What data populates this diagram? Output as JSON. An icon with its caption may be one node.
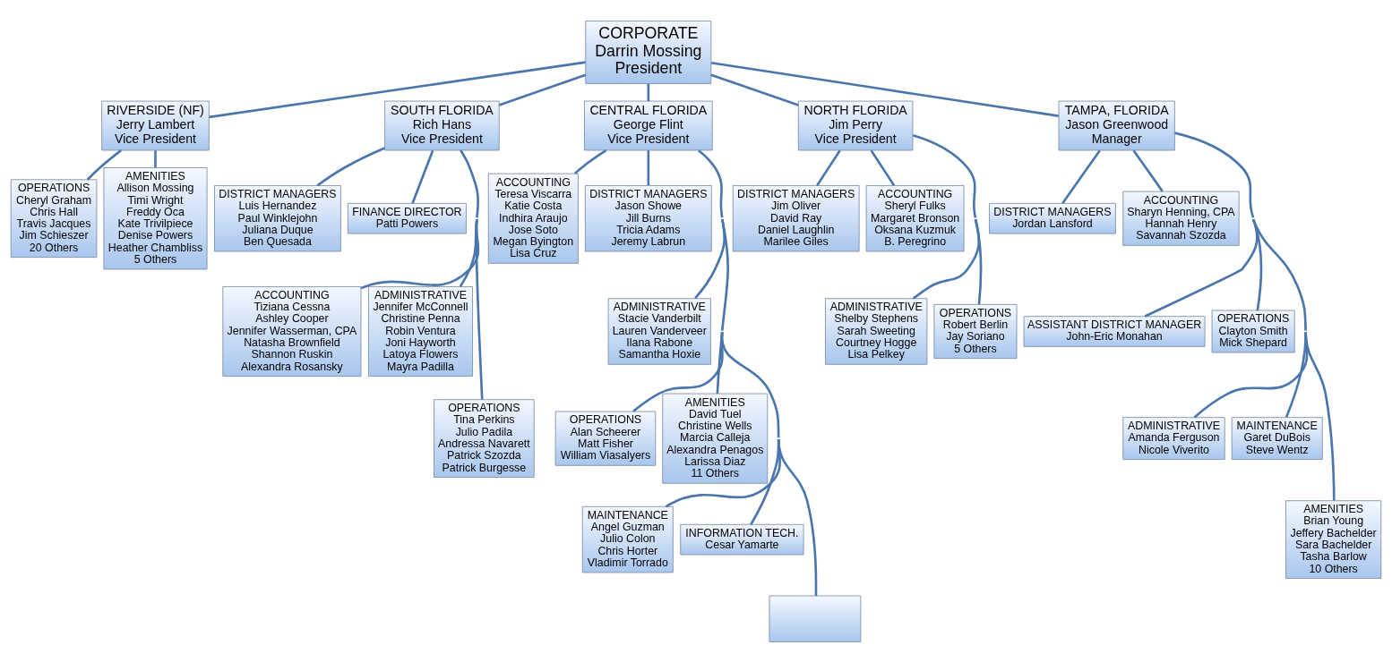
{
  "diagram": {
    "nodes": [
      {
        "text": [
          "CORPORATE",
          "Darrin Mossing",
          "President"
        ]
      },
      {
        "text": [
          "RIVERSIDE (NF)",
          "Jerry Lambert",
          "Vice President"
        ]
      },
      {
        "text": [
          "SOUTH FLORIDA",
          "Rich Hans",
          "Vice President"
        ]
      },
      {
        "text": [
          "CENTRAL FLORIDA",
          "George Flint",
          "Vice President"
        ]
      },
      {
        "text": [
          "NORTH FLORIDA",
          "Jim Perry",
          "Vice President"
        ]
      },
      {
        "text": [
          "TAMPA, FLORIDA",
          "Jason Greenwood",
          "Manager"
        ]
      },
      {
        "text": [
          "OPERATIONS",
          "Cheryl Graham",
          "Chris Hall",
          "Travis Jacques",
          "Jim Schieszer",
          "20 Others"
        ]
      },
      {
        "text": [
          "AMENITIES",
          "Allison Mossing",
          "Timi Wright",
          "Freddy Oca",
          "Kate Trivilpiece",
          "Denise Powers",
          "Heather Chambliss",
          "5 Others"
        ]
      },
      {
        "text": [
          "DISTRICT MANAGERS",
          "Luis Hernandez",
          "Paul Winklejohn",
          "Juliana Duque",
          "Ben Quesada"
        ]
      },
      {
        "text": [
          "FINANCE DIRECTOR",
          "Patti Powers"
        ]
      },
      {
        "text": [
          "ACCOUNTING",
          "Tiziana Cessna",
          "Ashley Cooper",
          "Jennifer Wasserman, CPA",
          "Natasha Brownfield",
          "Shannon Ruskin",
          "Alexandra Rosansky"
        ]
      },
      {
        "text": [
          "ADMINISTRATIVE",
          "Jennifer McConnell",
          "Christine Penna",
          "Robin Ventura",
          "Joni Hayworth",
          "Latoya Flowers",
          "Mayra Padilla"
        ]
      },
      {
        "text": [
          "OPERATIONS",
          "Tina Perkins",
          "Julio Padila",
          "Andressa Navarett",
          "Patrick Szozda",
          "Patrick Burgesse"
        ]
      },
      {
        "text": [
          "ACCOUNTING",
          "Teresa Viscarra",
          "Katie Costa",
          "Indhira Araujo",
          "Jose Soto",
          "Megan Byington",
          "Lisa Cruz"
        ]
      },
      {
        "text": [
          "DISTRICT MANAGERS",
          "Jason Showe",
          "Jill Burns",
          "Tricia Adams",
          "Jeremy Labrun"
        ]
      },
      {
        "text": [
          "ADMINISTRATIVE",
          "Stacie Vanderbilt",
          "Lauren Vanderveer",
          "Ilana Rabone",
          "Samantha Hoxie"
        ]
      },
      {
        "text": [
          "OPERATIONS",
          "Alan Scheerer",
          "Matt Fisher",
          "William Viasalyers"
        ]
      },
      {
        "text": [
          "AMENITIES",
          "David Tuel",
          "Christine Wells",
          "Marcia Calleja",
          "Alexandra Penagos",
          "Larissa Diaz",
          "11 Others"
        ]
      },
      {
        "text": [
          "MAINTENANCE",
          "Angel Guzman",
          "Julio Colon",
          "Chris Horter",
          "Vladimir Torrado"
        ]
      },
      {
        "text": [
          "INFORMATION TECH.",
          "Cesar Yamarte"
        ]
      },
      {
        "text": [],
        "shape": "box"
      },
      {
        "text": [
          "DISTRICT MANAGERS",
          "Jim Oliver",
          "David Ray",
          "Daniel Laughlin",
          "Marilee Giles"
        ]
      },
      {
        "text": [
          "ACCOUNTING",
          "Sheryl Fulks",
          "Margaret Bronson",
          "Oksana Kuzmuk",
          "B. Peregrino"
        ]
      },
      {
        "text": [
          "ADMINISTRATIVE",
          "Shelby Stephens",
          "Sarah Sweeting",
          "Courtney Hogge",
          "Lisa Pelkey"
        ]
      },
      {
        "text": [
          "OPERATIONS",
          "Robert Berlin",
          "Jay Soriano",
          "5 Others"
        ]
      },
      {
        "text": [
          "DISTRICT MANAGERS",
          "Jordan Lansford"
        ]
      },
      {
        "text": [
          "ACCOUNTING",
          "Sharyn Henning, CPA",
          "Hannah Henry",
          "Savannah Szozda"
        ]
      },
      {
        "text": [
          "ASSISTANT DISTRICT MANAGER",
          "John-Eric Monahan"
        ]
      },
      {
        "text": [
          "OPERATIONS",
          "Clayton Smith",
          "Mick Shepard"
        ]
      },
      {
        "text": [
          "ADMINISTRATIVE",
          "Amanda Ferguson",
          "Nicole Viverito"
        ]
      },
      {
        "text": [
          "MAINTENANCE",
          "Garet DuBois",
          "Steve Wentz"
        ]
      },
      {
        "text": [
          "AMENITIES",
          "Brian Young",
          "Jeffery Bachelder",
          "Sara Bachelder",
          "Tasha Barlow",
          "10 Others"
        ]
      }
    ],
    "edges": [
      {
        "from": 0,
        "to": 1,
        "arrow": "none"
      },
      {
        "from": 0,
        "to": 2,
        "arrow": "none"
      },
      {
        "from": 0,
        "to": 3,
        "arrow": "none"
      },
      {
        "from": 0,
        "to": 4,
        "arrow": "none"
      },
      {
        "from": 0,
        "to": 5,
        "arrow": "none"
      },
      {
        "from": 1,
        "to": 6,
        "arrow": "none"
      },
      {
        "from": 1,
        "to": 7,
        "arrow": "none"
      },
      {
        "from": 2,
        "to": 8,
        "arrow": "none"
      },
      {
        "from": 2,
        "to": 9,
        "arrow": "none"
      },
      {
        "from": 2,
        "to": 10,
        "arrow": "none"
      },
      {
        "from": 2,
        "to": 11,
        "arrow": "none"
      },
      {
        "from": 2,
        "to": 12,
        "arrow": "none"
      },
      {
        "from": 3,
        "to": 13,
        "arrow": "none"
      },
      {
        "from": 3,
        "to": 14,
        "arrow": "none"
      },
      {
        "from": 3,
        "to": 15,
        "arrow": "none"
      },
      {
        "from": 3,
        "to": 16,
        "arrow": "none"
      },
      {
        "from": 3,
        "to": 17,
        "arrow": "none"
      },
      {
        "from": 3,
        "to": 18,
        "arrow": "none"
      },
      {
        "from": 3,
        "to": 19,
        "arrow": "none"
      },
      {
        "from": 3,
        "to": 20,
        "arrow": "none"
      },
      {
        "from": 4,
        "to": 21,
        "arrow": "none"
      },
      {
        "from": 4,
        "to": 22,
        "arrow": "none"
      },
      {
        "from": 4,
        "to": 23,
        "arrow": "none"
      },
      {
        "from": 4,
        "to": 24,
        "arrow": "none"
      },
      {
        "from": 5,
        "to": 25,
        "arrow": "none"
      },
      {
        "from": 5,
        "to": 26,
        "arrow": "none"
      },
      {
        "from": 5,
        "to": 27,
        "arrow": "none"
      },
      {
        "from": 5,
        "to": 28,
        "arrow": "none"
      },
      {
        "from": 5,
        "to": 29,
        "arrow": "none"
      },
      {
        "from": 5,
        "to": 30,
        "arrow": "none"
      },
      {
        "from": 5,
        "to": 31,
        "arrow": "none"
      }
    ]
  }
}
